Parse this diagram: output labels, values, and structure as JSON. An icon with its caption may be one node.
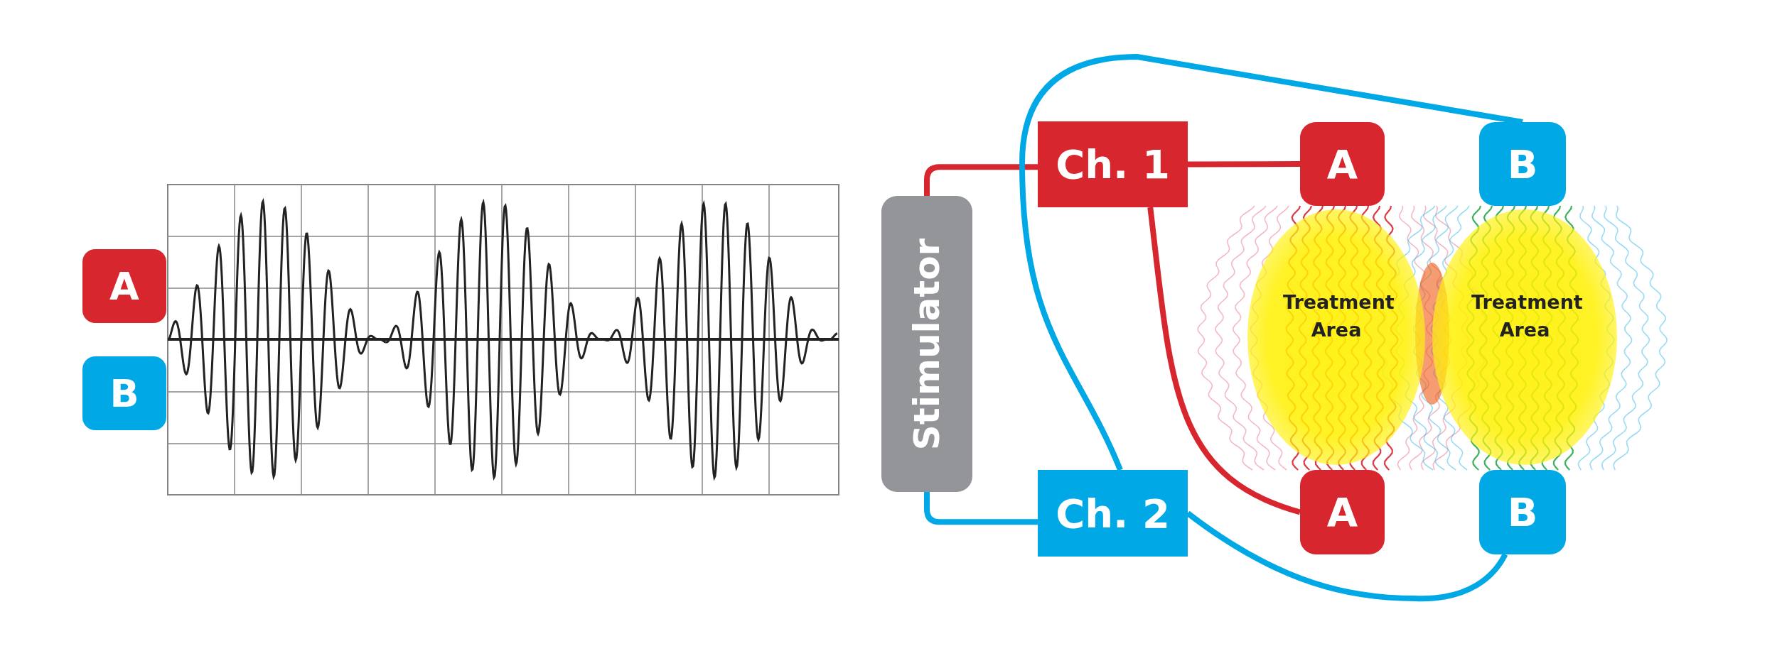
{
  "diagram": {
    "nodes": [
      {
        "text": [
          "Stimulator"
        ]
      },
      {
        "text": [
          "Ch. 1"
        ]
      },
      {
        "text": [
          "Ch. 2"
        ]
      },
      {
        "text": [
          "Treatment Area"
        ]
      },
      {
        "text": [
          "Treatment Area"
        ]
      },
      {
        "text": [
          "A"
        ]
      },
      {
        "text": [
          "A"
        ]
      },
      {
        "text": [
          "B"
        ]
      },
      {
        "text": [
          "B"
        ]
      }
    ],
    "edges": [
      {
        "from": 0,
        "to": 1,
        "arrow": "none",
        "color": "#d7262e"
      },
      {
        "from": 0,
        "to": 2,
        "arrow": "none",
        "color": "#00a9e6"
      },
      {
        "from": 1,
        "to": 5,
        "arrow": "none",
        "color": "#d7262e"
      },
      {
        "from": 1,
        "to": 6,
        "arrow": "none",
        "color": "#d7262e"
      },
      {
        "from": 2,
        "to": 7,
        "arrow": "none",
        "color": "#00a9e6"
      },
      {
        "from": 2,
        "to": 8,
        "arrow": "none",
        "color": "#00a9e6"
      }
    ],
    "legend": [
      {
        "text": "A",
        "color": "#d7262e"
      },
      {
        "text": "B",
        "color": "#00a9e6"
      }
    ]
  }
}
